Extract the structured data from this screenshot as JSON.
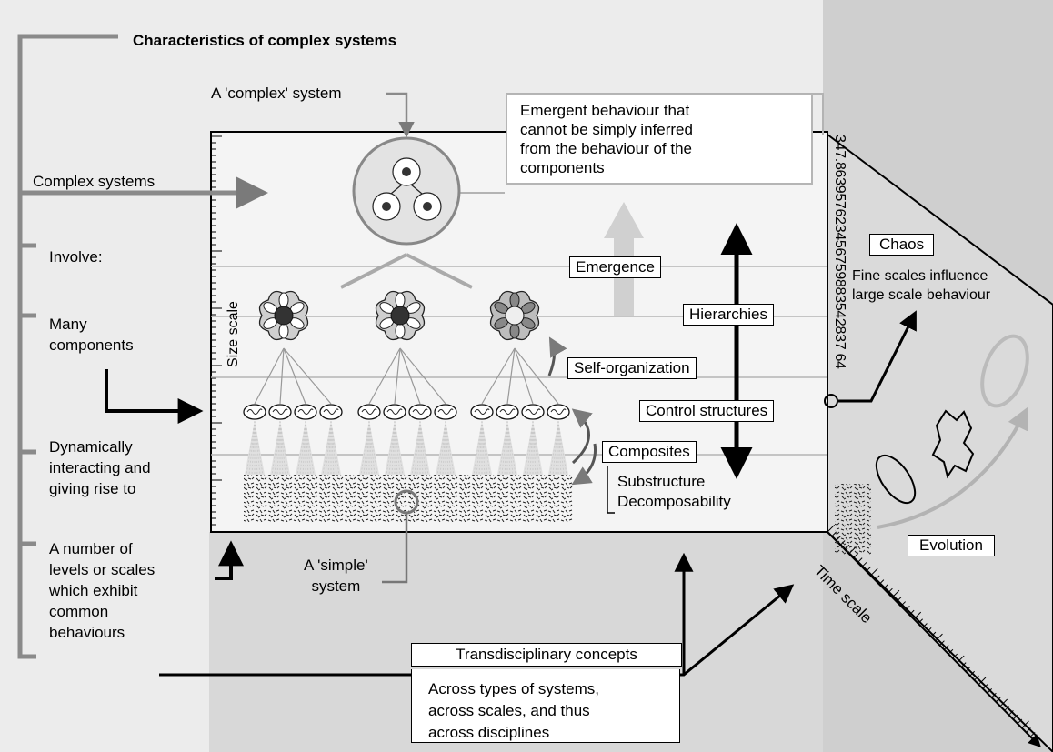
{
  "title": "Characteristics of complex systems",
  "left": {
    "complex_systems": "Complex systems",
    "involve": "Involve:",
    "many_components": [
      "Many",
      "components"
    ],
    "dynamically": [
      "Dynamically",
      "interacting and",
      "giving rise to"
    ],
    "levels": [
      "A number of",
      "levels or scales",
      "which exhibit",
      "common",
      "behaviours"
    ]
  },
  "top": {
    "complex_system": "A 'complex' system",
    "emergent": [
      "Emergent behaviour that",
      "cannot be simply inferred",
      "from the  behaviour of the",
      "components"
    ]
  },
  "panel": {
    "size_scale": "Size scale",
    "number_axis": "347.863957623456759883542837 64",
    "emergence": "Emergence",
    "hierarchies": "Hierarchies",
    "self_organization": "Self-organization",
    "control_structures": "Control structures",
    "composites": "Composites",
    "substructure": "Substructure",
    "decomposability": "Decomposability",
    "simple_system": [
      "A 'simple'",
      "system"
    ]
  },
  "right": {
    "chaos": "Chaos",
    "fine_scales": [
      "Fine scales influence",
      "large scale behaviour"
    ],
    "evolution": "Evolution",
    "time_scale": "Time scale"
  },
  "bottom": {
    "transdisciplinary": "Transdisciplinary concepts",
    "across": [
      "Across types of systems,",
      "across scales, and thus",
      "across disciplines"
    ]
  },
  "colors": {
    "background": "#ececec",
    "middle_band": "#d8d8d8",
    "right_band": "#cfcfcf",
    "panel": "#f4f4f4",
    "grey_line": "#8a8a8a",
    "black": "#000000"
  }
}
